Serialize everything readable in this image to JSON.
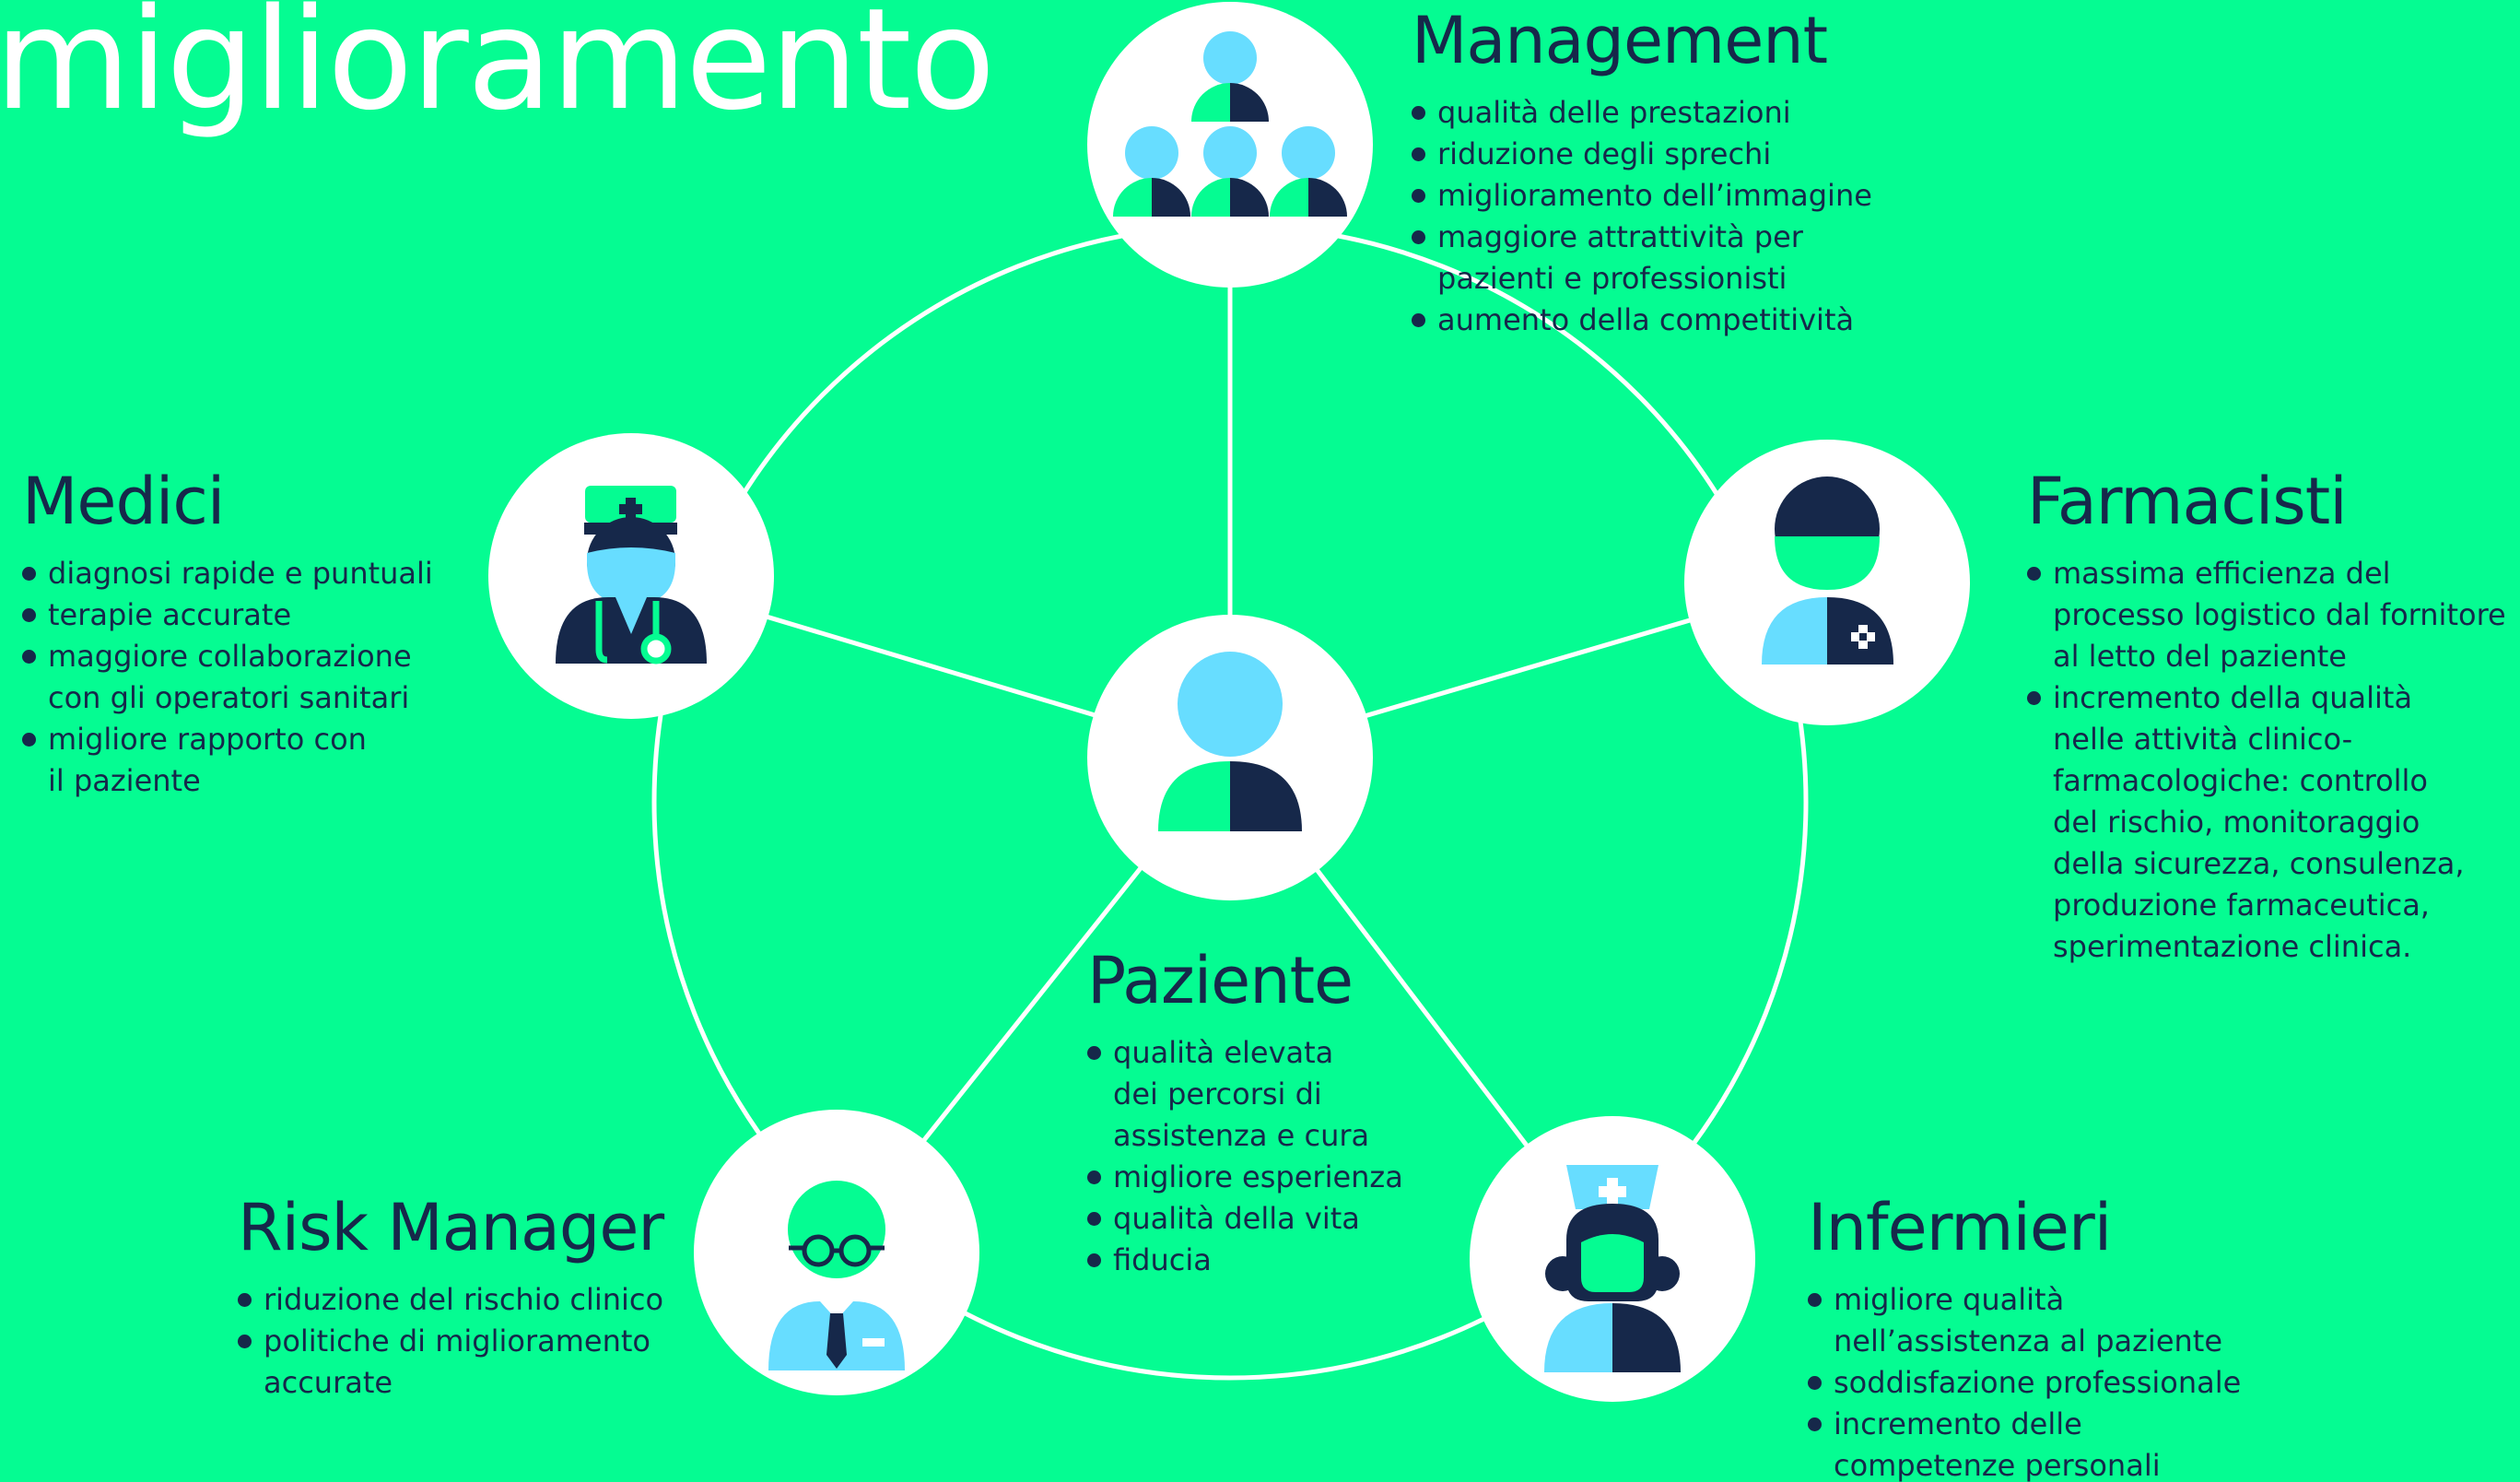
{
  "title": "miglioramento",
  "colors": {
    "background": "#05FC92",
    "ink": "#16284A",
    "light_blue": "#67DDFF",
    "white": "#FFFFFF",
    "green": "#05FC92"
  },
  "nodes": {
    "management": {
      "name": "Management",
      "icon": "management-group-icon",
      "bullets": [
        "qualità delle prestazioni",
        "riduzione degli sprechi",
        "miglioramento dell’immagine",
        "maggiore attrattività per\npazienti e professionisti",
        "aumento della competitività"
      ]
    },
    "medici": {
      "name": "Medici",
      "icon": "doctor-icon",
      "bullets": [
        "diagnosi rapide e puntuali",
        "terapie accurate",
        "maggiore collaborazione\ncon gli operatori sanitari",
        "migliore rapporto con\nil paziente"
      ]
    },
    "farmacisti": {
      "name": "Farmacisti",
      "icon": "pharmacist-icon",
      "bullets": [
        "massima efficienza del\nprocesso logistico dal fornitore\nal letto del paziente",
        "incremento della qualità\nnelle attività clinico-\nfarmacologiche: controllo\ndel rischio, monitoraggio\ndella sicurezza, consulenza,\nproduzione farmaceutica,\nsperimentazione clinica."
      ]
    },
    "paziente": {
      "name": "Paziente",
      "icon": "patient-icon",
      "bullets": [
        "qualità elevata\ndei percorsi di\nassistenza e cura",
        "migliore esperienza",
        "qualità della vita",
        "fiducia"
      ]
    },
    "risk_manager": {
      "name": "Risk Manager",
      "icon": "risk-manager-icon",
      "bullets": [
        "riduzione del rischio clinico",
        "politiche di miglioramento\naccurate"
      ]
    },
    "infermieri": {
      "name": "Infermieri",
      "icon": "nurse-icon",
      "bullets": [
        "migliore qualità\nnell’assistenza al paziente",
        "soddisfazione professionale",
        "incremento delle\ncompetenze personali"
      ]
    }
  }
}
